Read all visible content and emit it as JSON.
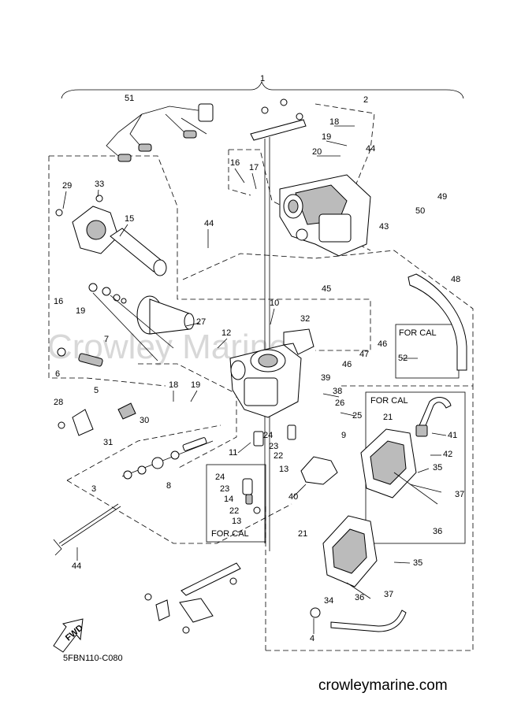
{
  "watermark": "Crowley Marine",
  "diagram_code": "5FBN110-C080",
  "site": "crowleymarine.com",
  "fwd_label": "FWD",
  "for_cal_labels": [
    "FOR CAL",
    "FOR CAL",
    "FOR CAL"
  ],
  "callouts": {
    "c1": "1",
    "c2": "2",
    "c3": "3",
    "c4": "4",
    "c5": "5",
    "c6": "6",
    "c7": "7",
    "c8": "8",
    "c9": "9",
    "c10": "10",
    "c11": "11",
    "c12": "12",
    "c13a": "13",
    "c13b": "13",
    "c14": "14",
    "c15": "15",
    "c16a": "16",
    "c16b": "16",
    "c17": "17",
    "c18a": "18",
    "c18b": "18",
    "c19a": "19",
    "c19b": "19",
    "c19c": "19",
    "c20": "20",
    "c21a": "21",
    "c21b": "21",
    "c22a": "22",
    "c22b": "22",
    "c23a": "23",
    "c23b": "23",
    "c24a": "24",
    "c24b": "24",
    "c25": "25",
    "c26": "26",
    "c27": "27",
    "c28": "28",
    "c29": "29",
    "c30": "30",
    "c31": "31",
    "c32": "32",
    "c33": "33",
    "c34": "34",
    "c35a": "35",
    "c35b": "35",
    "c36a": "36",
    "c36b": "36",
    "c37a": "37",
    "c37b": "37",
    "c38": "38",
    "c39": "39",
    "c40": "40",
    "c41": "41",
    "c42": "42",
    "c43": "43",
    "c44a": "44",
    "c44b": "44",
    "c44c": "44",
    "c45": "45",
    "c46a": "46",
    "c46b": "46",
    "c47": "47",
    "c48": "48",
    "c49": "49",
    "c50": "50",
    "c51": "51",
    "c52": "52"
  }
}
